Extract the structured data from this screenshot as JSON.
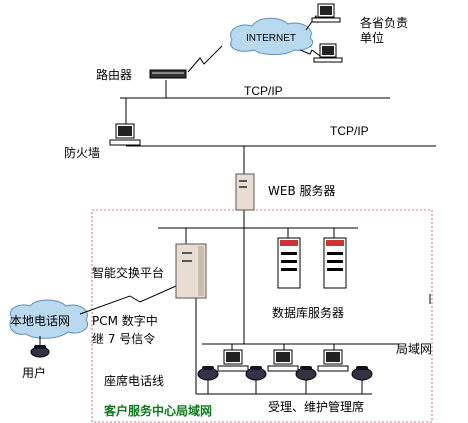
{
  "labels": {
    "provincial_units": "各省负责单位",
    "internet": "INTERNET",
    "router": "路由器",
    "tcpip_top": "TCP/IP",
    "tcpip_right": "TCP/IP",
    "firewall": "防火墙",
    "web_server": "WEB 服务器",
    "smart_switch": "智能交换平台",
    "db_server": "数据库服务器",
    "local_phone_net": "本地电话网",
    "pcm_line1": "PCM 数字中",
    "pcm_line2": "继 7 号信令",
    "lan": "局域网",
    "user": "用户",
    "seat_phone_line": "座席电话线",
    "service_center_lan": "客户服务中心局域网",
    "accept_maintain_seat": "受理、维护管理席"
  },
  "colors": {
    "cloud_fill": "#b9d9ef",
    "cloud_stroke": "#5f8fb3",
    "dashed_border": "#c05050",
    "title_green": "#0a7a1a"
  }
}
